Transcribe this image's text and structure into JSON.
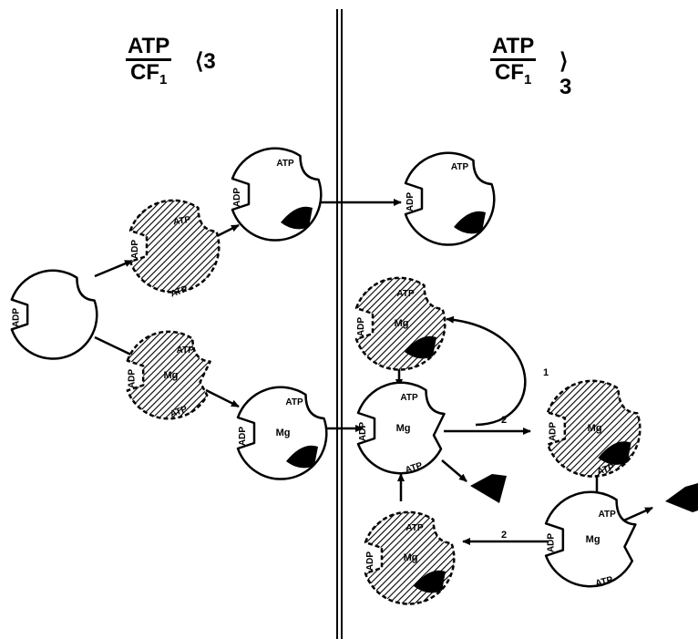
{
  "headers": {
    "left": {
      "numerator": "ATP",
      "denominator": "CF",
      "subscript": "1",
      "relation": "⟨3"
    },
    "right": {
      "numerator": "ATP",
      "denominator": "CF",
      "subscript": "1",
      "relation": "⟩3"
    }
  },
  "labels": {
    "atp": "ATP",
    "adp": "ADP",
    "mg": "Mg",
    "path_1": "1",
    "path_2": "2"
  },
  "colors": {
    "ink": "#000000",
    "paper": "#ffffff"
  }
}
